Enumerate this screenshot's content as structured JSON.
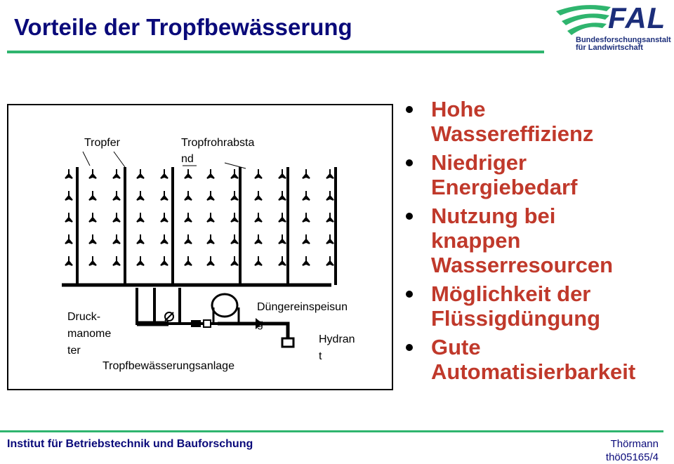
{
  "header": {
    "title": "Vorteile der Tropfbewässerung",
    "logo": {
      "word": "FAL",
      "line1": "Bundesforschungsanstalt",
      "line2": "für Landwirtschaft",
      "stripe_color": "#2fb56e",
      "brand_color": "#1c2e7a"
    }
  },
  "diagram": {
    "labels": {
      "tropfer": "Tropfer",
      "abstand_line1": "Tropfrohrabsta",
      "abstand_line2": "nd",
      "druck_line1": "Druck-",
      "druck_line2": "manome",
      "druck_line3": "ter",
      "duenger_line1": "Düngereinspeisun",
      "duenger_line2": "g",
      "hydrant_line1": "Hydran",
      "hydrant_line2": "t",
      "anlage": "Tropfbewässerungsanlage"
    }
  },
  "bullets": [
    {
      "line1": "Hohe",
      "line2": "Wassereffizienz"
    },
    {
      "line1": "Niedriger",
      "line2": "Energiebedarf"
    },
    {
      "line1": "Nutzung bei",
      "line2": "knappen",
      "line3": "Wasserresourcen"
    },
    {
      "line1": "Möglichkeit der",
      "line2": "Flüssigdüngung"
    },
    {
      "line1": "Gute",
      "line2": "Automatisierbarkeit"
    }
  ],
  "colors": {
    "title": "#0a0a7a",
    "bullet_text": "#c0392b",
    "accent_rule": "#2fb56e"
  },
  "footer": {
    "institute": "Institut für Betriebstechnik und Bauforschung",
    "author": "Thörmann",
    "code": "thö05165/4"
  }
}
